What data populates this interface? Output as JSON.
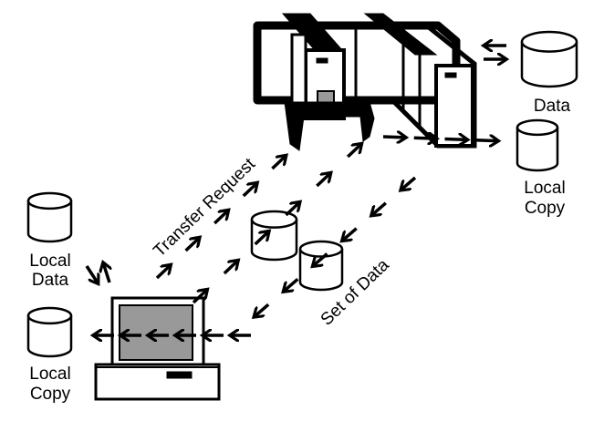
{
  "diagram": {
    "labels": {
      "server_data": "Data",
      "server_local_copy_1": "Local",
      "server_local_copy_2": "Copy",
      "client_local_data_1": "Local",
      "client_local_data_2": "Data",
      "client_local_copy_1": "Local",
      "client_local_copy_2": "Copy",
      "transfer_request": "Transfer Request",
      "set_of_data": "Set of Data"
    },
    "colors": {
      "ink": "#000000",
      "screen": "#999999",
      "background": "#ffffff"
    }
  }
}
